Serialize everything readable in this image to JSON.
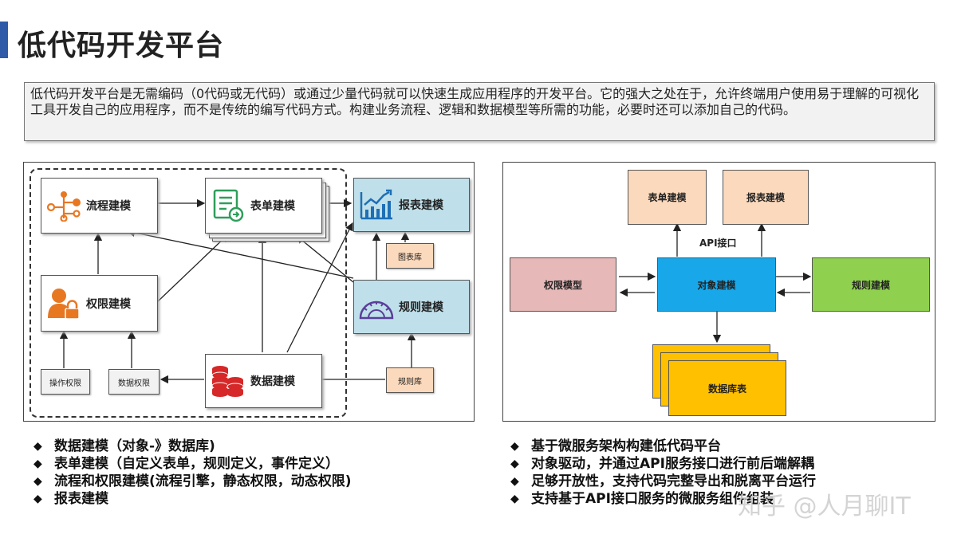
{
  "title": "低代码开发平台",
  "description": "低代码开发平台是无需编码（0代码或无代码）或通过少量代码就可以快速生成应用程序的开发平台。它的强大之处在于，允许终端用户使用易于理解的可视化工具开发自己的应用程序，而不是传统的编写代码方式。构建业务流程、逻辑和数据模型等所需的功能，必要时还可以添加自己的代码。",
  "left_diagram": {
    "flow": "流程建模",
    "form": "表单建模",
    "report": "报表建模",
    "chart_lib": "图表库",
    "permission": "权限建模",
    "rule": "规则建模",
    "op_perm": "操作权限",
    "data_perm": "数据权限",
    "data": "数据建模",
    "rule_lib": "规则库"
  },
  "right_diagram": {
    "form": "表单建模",
    "report": "报表建模",
    "api": "API接口",
    "perm_model": "权限模型",
    "object": "对象建模",
    "rule": "规则建模",
    "db_table": "数据库表"
  },
  "left_bullets": [
    "数据建模（对象-》数据库)",
    "表单建模（自定义表单，规则定义，事件定义）",
    "流程和权限建模(流程引擎，静态权限，动态权限)",
    "报表建模"
  ],
  "right_bullets": [
    "基于微服务架构构建低代码平台",
    "对象驱动，并通过API服务接口进行前后端解耦",
    "足够开放性，支持代码完整导出和脱离平台运行",
    "支持基于API接口服务的微服务组件组装"
  ],
  "watermark": "知乎 @人月聊IT",
  "colors": {
    "accent": "#2f5aa8",
    "orange": "#e87722",
    "green": "#2e9e5b",
    "blue": "#1e6fb5",
    "red": "#d62828",
    "purple": "#5a3e9a"
  }
}
